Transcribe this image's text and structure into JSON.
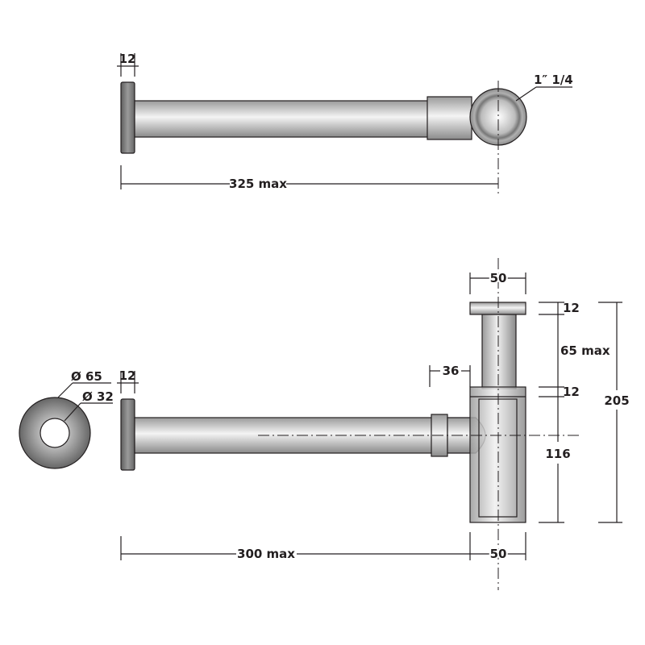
{
  "top_view": {
    "flange_thickness": "12",
    "outlet_size": "1″ 1/4",
    "length": "325 max"
  },
  "side_view": {
    "outer_diameter": "Ø 65",
    "inner_diameter": "Ø 32",
    "flange_thickness": "12",
    "length": "300 max",
    "body_width_bottom": "50",
    "cap_width_top": "50",
    "inlet_offset": "36",
    "cap_thickness": "12",
    "tube_length": "65 max",
    "collar_thickness": "12",
    "body_height": "116",
    "total_height": "205"
  }
}
